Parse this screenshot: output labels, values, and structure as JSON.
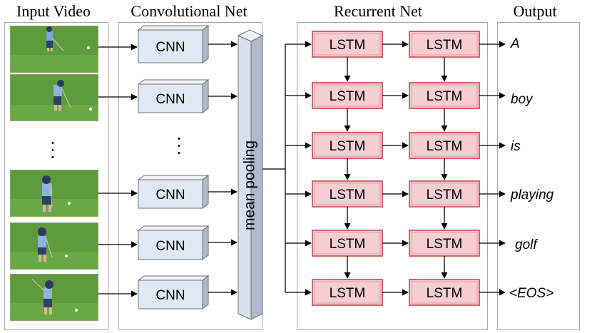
{
  "sections": {
    "input_video": "Input Video",
    "convolutional_net": "Convolutional Net",
    "recurrent_net": "Recurrent Net",
    "output": "Output"
  },
  "cnn_label": "CNN",
  "lstm_label": "LSTM",
  "pooling_label": "mean pooling",
  "output_words": [
    "A",
    "boy",
    "is",
    "playing",
    "golf",
    "<EOS>"
  ],
  "colors": {
    "grass": "#5f9a3c",
    "cnn_fill": "#dfe8f3",
    "lstm_fill": "#f6cdd0",
    "lstm_border": "#c86a72",
    "pool_fill": "#d7e0ee"
  }
}
